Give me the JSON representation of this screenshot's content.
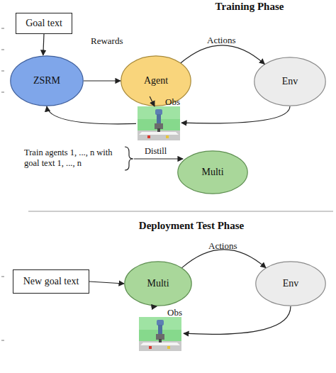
{
  "diagram": {
    "title": "Training Phase",
    "nodes": [
      {
        "text": [
          "Goal text"
        ]
      },
      {
        "text": [
          "ZSRM"
        ]
      },
      {
        "text": [
          "Agent"
        ]
      },
      {
        "text": [
          "Env"
        ]
      },
      {
        "text": [
          "Obs"
        ]
      },
      {
        "text": [
          "Multi"
        ]
      },
      {
        "text": [
          "New goal text"
        ]
      },
      {
        "text": [
          "Multi"
        ]
      },
      {
        "text": [
          "Env"
        ]
      },
      {
        "text": [
          "Obs"
        ]
      }
    ],
    "edges": [
      {
        "from": 0,
        "to": 1,
        "arrow": "to"
      },
      {
        "from": 1,
        "to": 2,
        "label": "Rewards",
        "arrow": "to"
      },
      {
        "from": 2,
        "to": 3,
        "label": "Actions",
        "arrow": "to"
      },
      {
        "from": 3,
        "to": 4,
        "arrow": "to"
      },
      {
        "from": 4,
        "to": 2,
        "arrow": "to"
      },
      {
        "from": 4,
        "to": 1,
        "arrow": "to"
      },
      {
        "from": 6,
        "to": 7,
        "arrow": "to"
      },
      {
        "from": 7,
        "to": 8,
        "label": "Actions",
        "arrow": "to"
      },
      {
        "from": 8,
        "to": 9,
        "arrow": "to"
      },
      {
        "from": 9,
        "to": 7,
        "arrow": "to"
      }
    ],
    "labels": [
      "Train agents 1, ..., n with goal text 1, ..., n",
      "Distill",
      "Deployment Test Phase"
    ]
  }
}
